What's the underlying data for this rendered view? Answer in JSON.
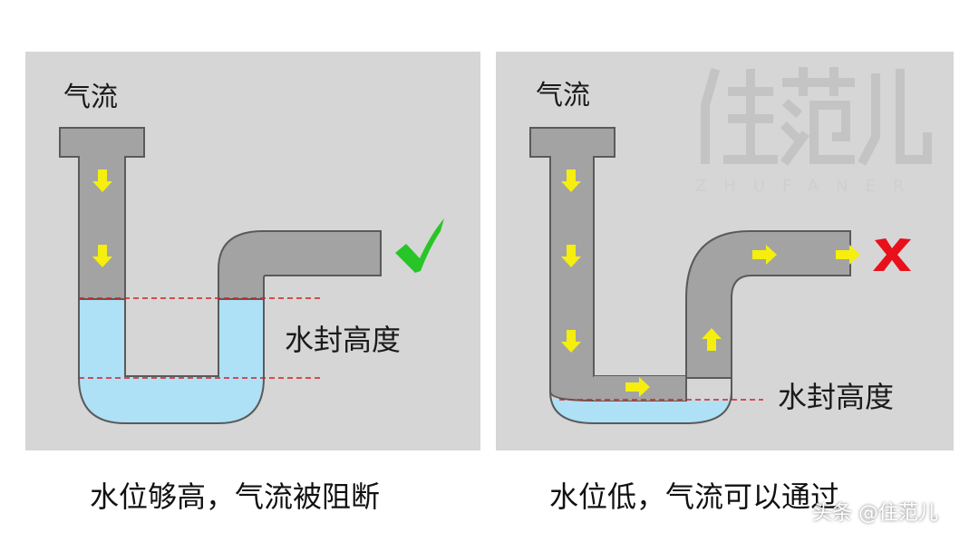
{
  "left_panel": {
    "airflow_label": "气流",
    "seal_label": "水封高度",
    "status_icon": "check-icon",
    "status_color": "#27c527"
  },
  "right_panel": {
    "airflow_label": "气流",
    "seal_label": "水封高度",
    "status_icon": "cross-icon",
    "status_color": "#e8101a"
  },
  "captions": {
    "left": "水位够高，气流被阻断",
    "right": "水位低，气流可以通过"
  },
  "watermark": {
    "logo": "住范儿",
    "sub": "ZHUFANER"
  },
  "credit": "头条 @住范儿",
  "colors": {
    "panel_bg": "#d6d6d6",
    "pipe": "#a3a3a3",
    "pipe_outline": "#5a5a5a",
    "water": "#aee0f6",
    "arrow": "#f5ee0f",
    "dashed_line": "#d42020"
  }
}
